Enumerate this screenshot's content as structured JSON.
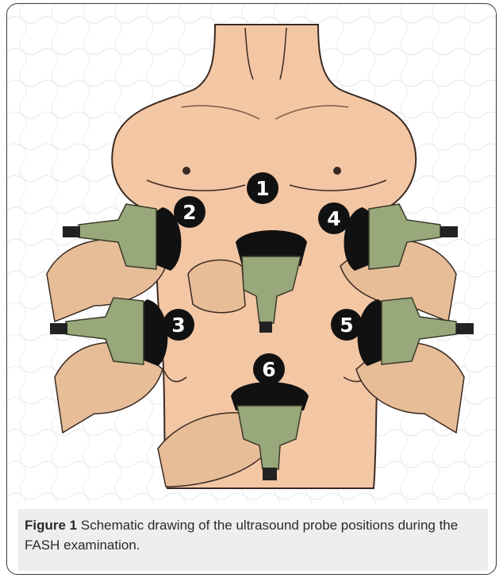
{
  "figure": {
    "markers": [
      {
        "id": "1",
        "label": "1"
      },
      {
        "id": "2",
        "label": "2"
      },
      {
        "id": "3",
        "label": "3"
      },
      {
        "id": "4",
        "label": "4"
      },
      {
        "id": "5",
        "label": "5"
      },
      {
        "id": "6",
        "label": "6"
      }
    ],
    "colors": {
      "skin": "#f3c6a4",
      "skin_outline": "#3a2a22",
      "probe_body": "#98a87a",
      "probe_dark": "#1a1a1a",
      "hand": "#e7bd98",
      "marker_fill": "#111111",
      "marker_text": "#ffffff"
    }
  },
  "caption": {
    "label": "Figure 1",
    "text": "Schematic drawing of the ultrasound probe positions during the FASH examination."
  }
}
